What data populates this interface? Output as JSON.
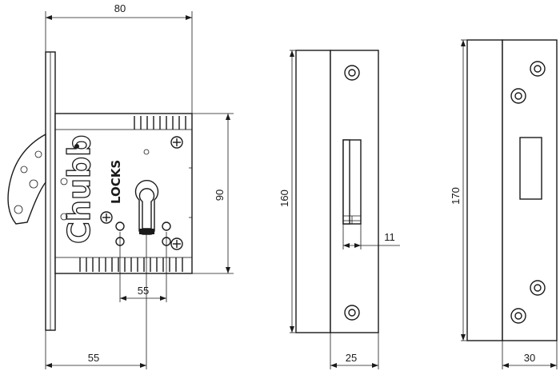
{
  "brand": {
    "name": "Chubb",
    "subtitle": "LOCKS"
  },
  "dimensions": {
    "case_width": "80",
    "case_height": "90",
    "centre_distance": "55",
    "backset": "55",
    "keeper_height": "160",
    "bolt_projection": "11",
    "keeper_width": "25",
    "faceplate_height": "170",
    "faceplate_width": "30"
  },
  "colors": {
    "line": "#1a1a1a",
    "background": "#ffffff"
  }
}
